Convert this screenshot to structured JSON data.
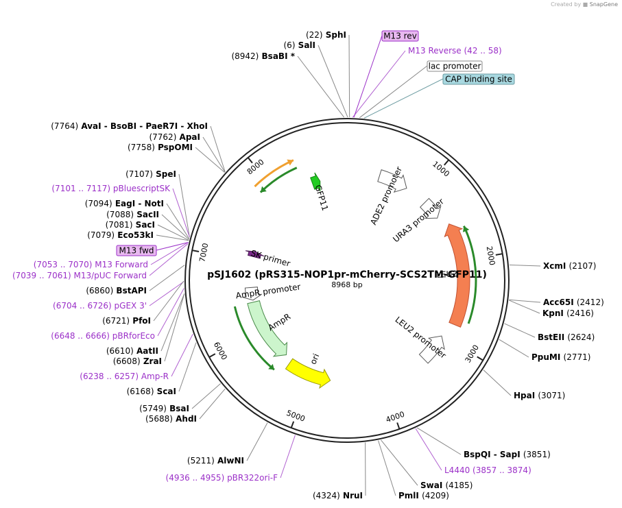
{
  "credit": {
    "prefix": "Created by",
    "brand": "SnapGene"
  },
  "plasmid": {
    "name": "pSJ1602 (pRS315-NOP1pr-mCherry-SCS2TM-GFP11)",
    "size_label": "8968 bp",
    "length": 8968
  },
  "ticks": [
    {
      "pos": 1000,
      "label": "1000"
    },
    {
      "pos": 2000,
      "label": "2000"
    },
    {
      "pos": 3000,
      "label": "3000"
    },
    {
      "pos": 4000,
      "label": "4000"
    },
    {
      "pos": 5000,
      "label": "5000"
    },
    {
      "pos": 6000,
      "label": "6000"
    },
    {
      "pos": 7000,
      "label": "7000"
    },
    {
      "pos": 8000,
      "label": "8000"
    }
  ],
  "sites": [
    {
      "text": "(22)  SphI",
      "pos": 22,
      "side": "right"
    },
    {
      "text": "(6)  SalI",
      "pos": 6,
      "side": "right"
    },
    {
      "text": "(8942)  BsaBI *",
      "pos": 8942,
      "side": "right"
    },
    {
      "text": "(7764)  AvaI  - BsoBI  - PaeR7I  - XhoI",
      "pos": 7764,
      "side": "right"
    },
    {
      "text": "(7762)  ApaI",
      "pos": 7762,
      "side": "right"
    },
    {
      "text": "(7758)  PspOMI",
      "pos": 7758,
      "side": "right"
    },
    {
      "text": "(7107)  SpeI",
      "pos": 7107,
      "side": "right"
    },
    {
      "text": "(7094)  EagI  - NotI",
      "pos": 7094,
      "side": "right"
    },
    {
      "text": "(7088)  SacII",
      "pos": 7088,
      "side": "right"
    },
    {
      "text": "(7081)  SacI",
      "pos": 7081,
      "side": "right"
    },
    {
      "text": "(7079)  Eco53kI",
      "pos": 7079,
      "side": "right"
    },
    {
      "text": "(6860)  BstAPI",
      "pos": 6860,
      "side": "right"
    },
    {
      "text": "(6721)  PfoI",
      "pos": 6721,
      "side": "right"
    },
    {
      "text": "(6610)  AatII",
      "pos": 6610,
      "side": "right"
    },
    {
      "text": "(6608)  ZraI",
      "pos": 6608,
      "side": "right"
    },
    {
      "text": "(6168)  ScaI",
      "pos": 6168,
      "side": "right"
    },
    {
      "text": "(5749)  BsaI",
      "pos": 5749,
      "side": "right"
    },
    {
      "text": "(5688)  AhdI",
      "pos": 5688,
      "side": "right"
    },
    {
      "text": "(5211)  AlwNI",
      "pos": 5211,
      "side": "right"
    },
    {
      "text": "(4324)  NruI",
      "pos": 4324,
      "side": "right"
    },
    {
      "text": "PmlI  (4209)",
      "pos": 4209,
      "side": "left"
    },
    {
      "text": "SwaI  (4185)",
      "pos": 4185,
      "side": "left"
    },
    {
      "text": "BspQI  - SapI  (3851)",
      "pos": 3851,
      "side": "left"
    },
    {
      "text": "HpaI  (3071)",
      "pos": 3071,
      "side": "left"
    },
    {
      "text": "PpuMI  (2771)",
      "pos": 2771,
      "side": "left"
    },
    {
      "text": "BstEII  (2624)",
      "pos": 2624,
      "side": "left"
    },
    {
      "text": "KpnI  (2416)",
      "pos": 2416,
      "side": "left"
    },
    {
      "text": "Acc65I  (2412)",
      "pos": 2412,
      "side": "left"
    },
    {
      "text": "XcmI  (2107)",
      "pos": 2107,
      "side": "left"
    }
  ],
  "primers": [
    {
      "text": "M13 Reverse    (42 .. 58)",
      "pos": 50,
      "side": "left"
    },
    {
      "text": "(7101 .. 7117)  pBluescriptSK",
      "pos": 7109,
      "side": "right"
    },
    {
      "text": "(7053 .. 7070)  M13 Forward",
      "pos": 7062,
      "side": "right"
    },
    {
      "text": "(7039 .. 7061)  M13/pUC Forward",
      "pos": 7050,
      "side": "right"
    },
    {
      "text": "(6704 .. 6726)  pGEX 3'",
      "pos": 6715,
      "side": "right"
    },
    {
      "text": "(6648 .. 6666)  pBRforEco",
      "pos": 6657,
      "side": "right"
    },
    {
      "text": "(6238 .. 6257)  Amp-R",
      "pos": 6248,
      "side": "right"
    },
    {
      "text": "(4936 .. 4955)  pBR322ori-F",
      "pos": 4945,
      "side": "right"
    },
    {
      "text": "L4440    (3857 .. 3874)",
      "pos": 3865,
      "side": "left"
    }
  ],
  "boxed": [
    {
      "text": "M13 rev",
      "fill": "#e8b8f0",
      "stroke": "#9b30c8",
      "pos": 60
    },
    {
      "text": "lac promoter",
      "fill": "#ffffff",
      "stroke": "#888888",
      "pos": 110
    },
    {
      "text": "CAP binding site",
      "fill": "#a8d8e0",
      "stroke": "#6a9aa0",
      "pos": 150
    },
    {
      "text": "M13 fwd",
      "fill": "#e8b8f0",
      "stroke": "#9b30c8",
      "pos": 7062
    }
  ],
  "features": [
    {
      "label": "ADE2 promoter",
      "start": 430,
      "end": 820,
      "radius": 160,
      "fill": "#ffffff",
      "stroke": "#555555",
      "dir": 1
    },
    {
      "label": "URA3 promoter",
      "start": 1120,
      "end": 1380,
      "radius": 160,
      "fill": "#ffffff",
      "stroke": "#555555",
      "dir": 1
    },
    {
      "label": "LEU2",
      "start": 1520,
      "end": 2800,
      "radius": 170,
      "fill": "#f47f51",
      "stroke": "#c05030",
      "dir": -1
    },
    {
      "label": "LEU2 promoter",
      "start": 3000,
      "end": 3380,
      "radius": 160,
      "fill": "#ffffff",
      "stroke": "#555555",
      "dir": -1
    },
    {
      "label": "ori",
      "start": 4720,
      "end": 5350,
      "radius": 148,
      "fill": "#ffff00",
      "stroke": "#999900",
      "dir": -1
    },
    {
      "label": "AmpR",
      "start": 5460,
      "end": 6400,
      "radius": 140,
      "fill": "#ccf5cc",
      "stroke": "#4a8a4a",
      "dir": -1
    },
    {
      "label": "AmpR promoter",
      "start": 6430,
      "end": 6620,
      "radius": 140,
      "fill": "#ffffff",
      "stroke": "#555555",
      "dir": -1
    },
    {
      "label": "SK primer",
      "start": 7080,
      "end": 7160,
      "radius": 140,
      "fill": "#7b2a8a",
      "stroke": "#4a1a55",
      "dir": 1
    },
    {
      "label": "GFP11",
      "start": 8480,
      "end": 8590,
      "radius": 150,
      "fill": "#22cc22",
      "stroke": "#118811",
      "dir": 1
    }
  ],
  "orfs": [
    {
      "start": 1620,
      "end": 2730,
      "radius": 188,
      "dir": -1,
      "color": "#2a8a2a"
    },
    {
      "start": 7860,
      "end": 8370,
      "radius": 192,
      "dir": 1,
      "color": "#f0a030"
    },
    {
      "start": 7860,
      "end": 8370,
      "radius": 180,
      "dir": -1,
      "color": "#2a8a2a"
    },
    {
      "start": 5460,
      "end": 6400,
      "radius": 168,
      "dir": -1,
      "color": "#2a8a2a"
    }
  ]
}
